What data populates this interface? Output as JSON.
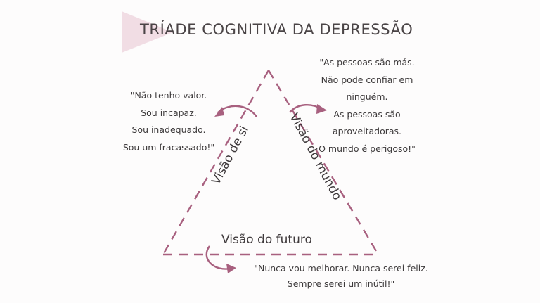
{
  "title": "TRÍADE COGNITIVA DA DEPRESSÃO",
  "colors": {
    "accent": "#a8607f",
    "title_flag": "#f1dde4",
    "text": "#3f3a3c"
  },
  "sides": {
    "self": "Visão de si",
    "world": "Visão do mundo",
    "future": "Visão do futuro"
  },
  "quotes": {
    "self": [
      "\"Não tenho valor.",
      "Sou incapaz.",
      "Sou inadequado.",
      "Sou  um fracassado!\""
    ],
    "world": [
      "\"As pessoas são más.",
      "Não pode confiar em",
      "ninguém.",
      "As pessoas são",
      "aproveitadoras.",
      "O mundo é perigoso!\""
    ],
    "future": [
      "\"Nunca vou melhorar. Nunca serei feliz.",
      "Sempre serei um inútil!\""
    ]
  },
  "icons": [
    "curved-arrow-icon",
    "curved-arrow-icon",
    "curved-arrow-icon"
  ]
}
